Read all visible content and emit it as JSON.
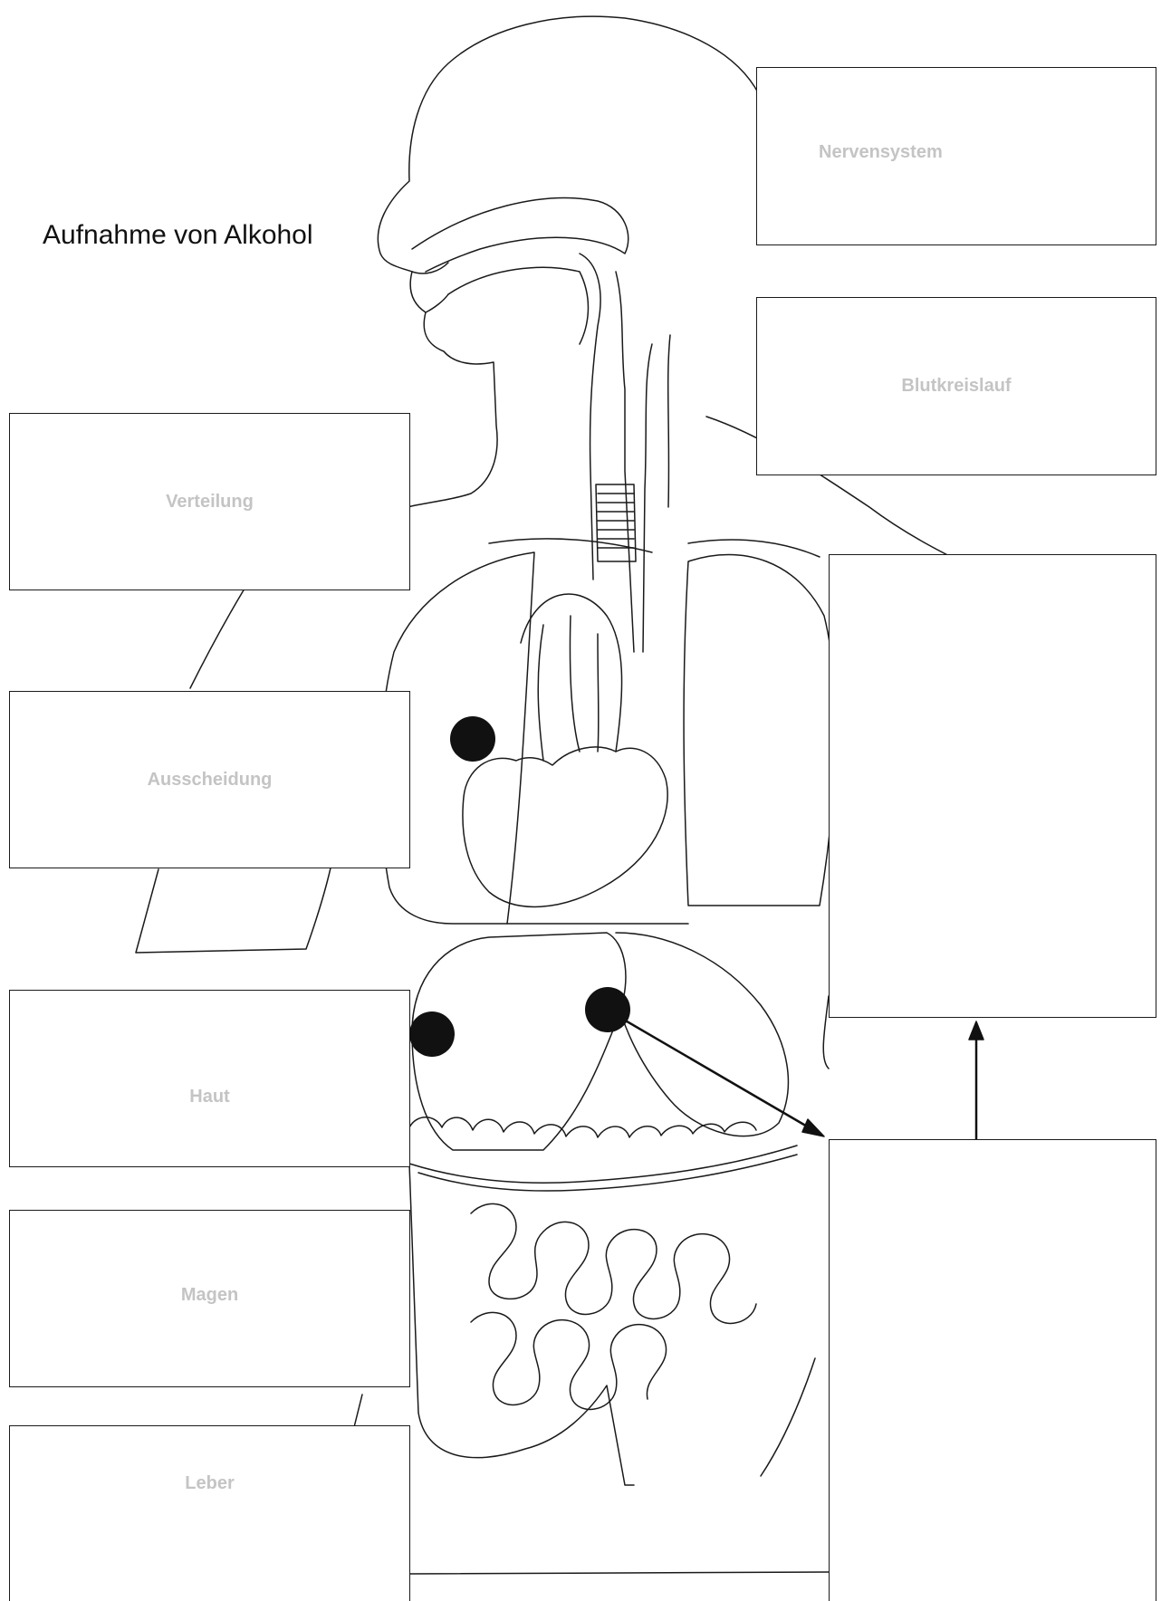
{
  "title": "Aufnahme von Alkohol",
  "labels": {
    "nervensystem": "Nervensystem",
    "blutkreislauf": "Blutkreislauf",
    "verteilung": "Verteilung",
    "ausscheidung": "Ausscheidung",
    "haut": "Haut",
    "magen": "Magen",
    "leber": "Leber"
  },
  "colors": {
    "outline": "#1a1a1a",
    "label_text": "#c4c4c4",
    "marker": "#111111"
  }
}
